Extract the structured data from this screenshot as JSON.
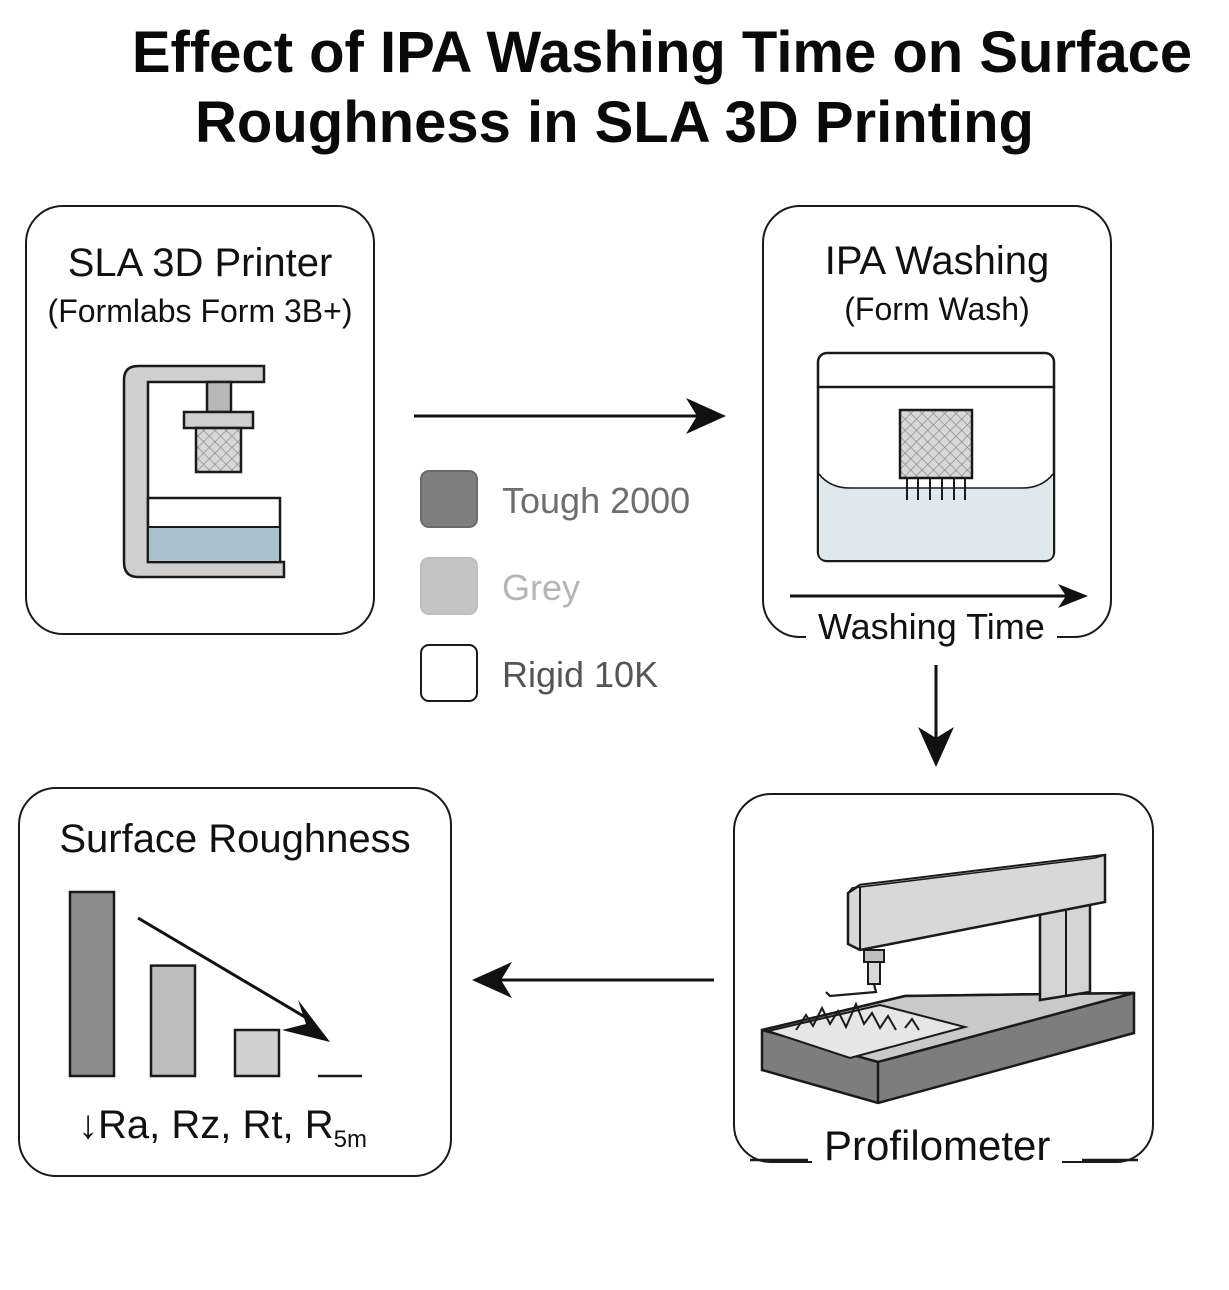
{
  "title": {
    "line1": "Effect of IPA Washing Time on Surface",
    "line2": "Roughness in SLA 3D Printing"
  },
  "printer_box": {
    "title": "SLA 3D Printer",
    "subtitle": "(Formlabs Form 3B+)"
  },
  "washing_box": {
    "title": "IPA Washing",
    "subtitle": "(Form Wash)",
    "axis_label": "Washing Time"
  },
  "legend": {
    "items": [
      {
        "label": "Tough 2000",
        "swatch_color": "#7f7f7f",
        "text_color": "#6e6e6e"
      },
      {
        "label": "Grey",
        "swatch_color": "#c4c4c4",
        "text_color": "#b5b5b5"
      },
      {
        "label": "Rigid 10K",
        "swatch_color": "#ffffff",
        "text_color": "#555555"
      }
    ]
  },
  "roughness_box": {
    "title": "Surface Roughness",
    "params": "Ra, Rz, Rt, R",
    "subscript": "5m",
    "arrow_glyph": "↓",
    "bars": [
      4,
      2.4,
      1,
      0
    ]
  },
  "profilometer_box": {
    "label": "Profilometer"
  },
  "colors": {
    "resin_blue": "#a9c1cc",
    "ipa_fill": "#dfe8ec",
    "bar_dark": "#8c8c8c",
    "bar_mid": "#bdbdbd",
    "bar_light": "#d0d0d0"
  }
}
